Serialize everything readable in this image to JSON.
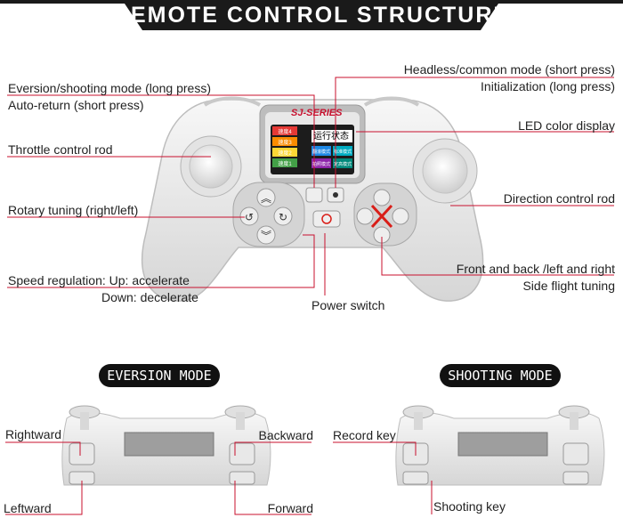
{
  "title": "REMOTE CONTROL STRUCTURE",
  "colors": {
    "leader": "#c8102e",
    "banner": "#1a1a1a",
    "accent_red": "#d91e18"
  },
  "screen": {
    "brand": "SJ-SERIES",
    "status_text": "运行状态",
    "speed_labels": [
      "速度4",
      "速度3",
      "速度2",
      "速度1"
    ],
    "mode_labels": [
      "翻滚模式",
      "标准模式",
      "拍照模式",
      "定高模式"
    ]
  },
  "labels": {
    "eversion_shooting": "Eversion/shooting mode (long press)",
    "auto_return": "Auto-return (short press)",
    "throttle": "Throttle control rod",
    "rotary": "Rotary tuning (right/left)",
    "speed_line1": "Speed regulation: Up: accelerate",
    "speed_line2": "Down: decelerate",
    "power": "Power switch",
    "headless": "Headless/common mode (short press)",
    "initialization": "Initialization (long press)",
    "led": "LED color display",
    "direction": "Direction control rod",
    "front_back": "Front and back /left and right",
    "side_flight": "Side flight tuning"
  },
  "eversion": {
    "title": "EVERSION MODE",
    "rightward": "Rightward",
    "leftward": "Leftward",
    "backward": "Backward",
    "forward": "Forward"
  },
  "shooting": {
    "title": "SHOOTING MODE",
    "record": "Record key",
    "shooting_key": "Shooting key"
  }
}
